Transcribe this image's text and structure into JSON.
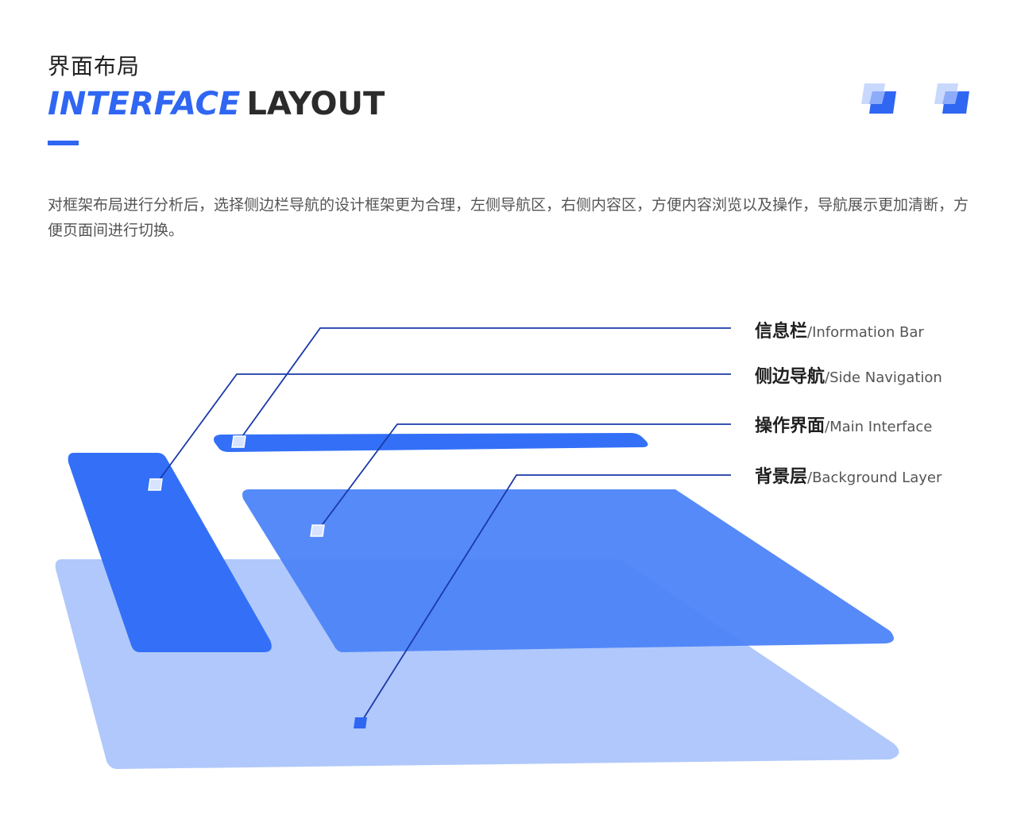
{
  "header": {
    "title_cn": "界面布局",
    "title_en_accent": "INTERFACE",
    "title_en_dark": "LAYOUT"
  },
  "description": "对框架布局进行分析后，选择侧边栏导航的设计框架更为合理，左侧导航区，右侧内容区，方便内容浏览以及操作，导航展示更加清断，方便页面间进行切换。",
  "colors": {
    "accent": "#2f66f2",
    "layer_strong": "#3370f7",
    "layer_medium": "#4d84f8",
    "layer_light": "#b0c8fb",
    "leader_line": "#1a3aa8"
  },
  "layers": [
    {
      "cn": "信息栏",
      "en": "/Information Bar"
    },
    {
      "cn": "侧边导航",
      "en": "/Side Navigation"
    },
    {
      "cn": "操作界面",
      "en": "/Main Interface"
    },
    {
      "cn": "背景层",
      "en": "/Background Layer"
    }
  ]
}
